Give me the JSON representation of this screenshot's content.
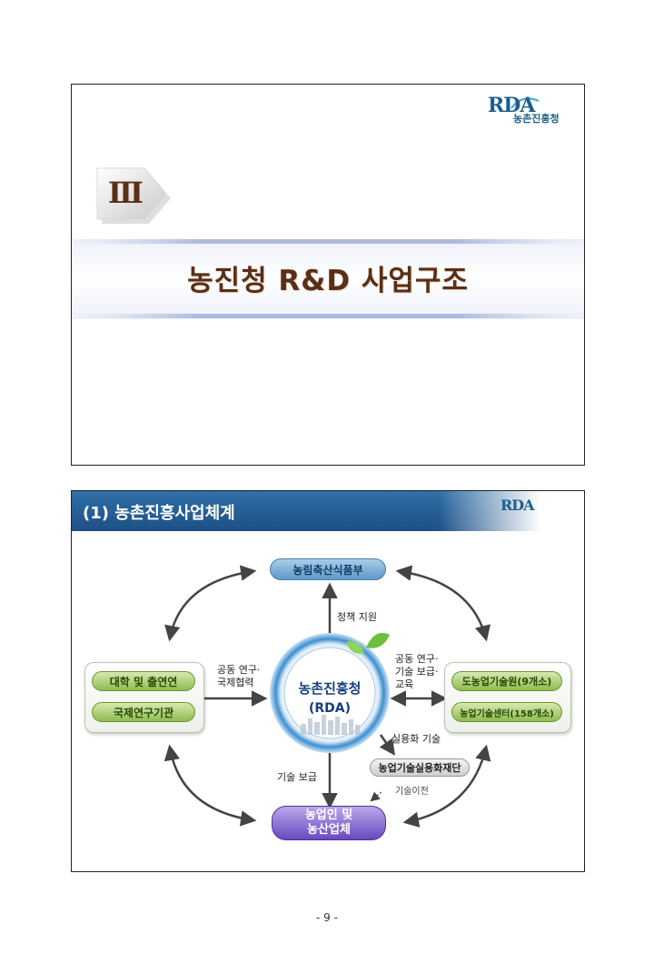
{
  "slide1": {
    "logo_text": "RDA",
    "logo_sub": "농촌진흥청",
    "roman": "Ⅲ",
    "title": "농진청 R&D 사업구조"
  },
  "slide2": {
    "header": "(1) 농촌진흥사업체계",
    "logo_text": "RDA",
    "center_line1": "농촌진흥청",
    "center_line2": "(RDA)",
    "top_node": "농림축산식품부",
    "bottom_node_line1": "농업인 및",
    "bottom_node_line2": "농산업체",
    "left_nodes": [
      "대학 및 출연연",
      "국제연구기관"
    ],
    "right_nodes": [
      "도농업기술원(9개소)",
      "농업기술센터(158개소)"
    ],
    "foundation_node": "농업기술실용화재단",
    "label_policy": "정책 지원",
    "label_left_line1": "공동 연구·",
    "label_left_line2": "국제협력",
    "label_right_line1": "공동 연구·",
    "label_right_line2": "기술 보급·",
    "label_right_line3": "교육",
    "label_commercial": "실용화 기술",
    "label_tech_spread": "기술 보급",
    "label_tech_transfer": "기술이전",
    "colors": {
      "header": "#1d4f85",
      "blue_node": "#5f98c8",
      "green_node": "#8fbb4e",
      "purple_node": "#6a48c0",
      "center_ring": "#3b8fd0"
    }
  },
  "page_number": "- 9 -"
}
